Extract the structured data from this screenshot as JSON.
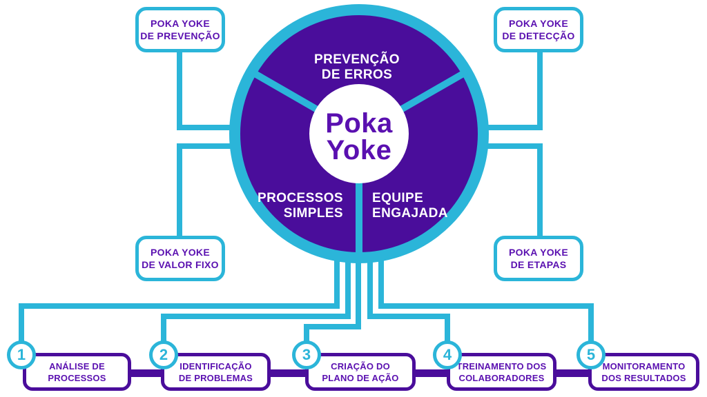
{
  "colors": {
    "cyan": "#2bb5d9",
    "purple": "#4a0d9b",
    "text_purple": "#5a10b0",
    "white": "#ffffff"
  },
  "wheel": {
    "title_line1": "Poka",
    "title_line2": "Yoke",
    "segments": [
      {
        "position": "top",
        "line1": "PREVENÇÃO",
        "line2": "DE ERROS"
      },
      {
        "position": "bottom-left",
        "line1": "PROCESSOS",
        "line2": "SIMPLES"
      },
      {
        "position": "bottom-right",
        "line1": "EQUIPE",
        "line2": "ENGAJADA"
      }
    ]
  },
  "side_boxes": [
    {
      "position": "top-left",
      "line1": "POKA YOKE",
      "line2": "DE PREVENÇÃO"
    },
    {
      "position": "top-right",
      "line1": "POKA YOKE",
      "line2": "DE DETECÇÃO"
    },
    {
      "position": "bottom-left",
      "line1": "POKA YOKE",
      "line2": "DE VALOR FIXO"
    },
    {
      "position": "bottom-right",
      "line1": "POKA YOKE",
      "line2": "DE ETAPAS"
    }
  ],
  "steps": [
    {
      "number": "1",
      "line1": "ANÁLISE DE",
      "line2": "PROCESSOS"
    },
    {
      "number": "2",
      "line1": "IDENTIFICAÇÃO",
      "line2": "DE PROBLEMAS"
    },
    {
      "number": "3",
      "line1": "CRIAÇÃO DO",
      "line2": "PLANO DE AÇÃO"
    },
    {
      "number": "4",
      "line1": "TREINAMENTO DOS",
      "line2": "COLABORADORES"
    },
    {
      "number": "5",
      "line1": "MONITORAMENTO",
      "line2": "DOS RESULTADOS"
    }
  ]
}
